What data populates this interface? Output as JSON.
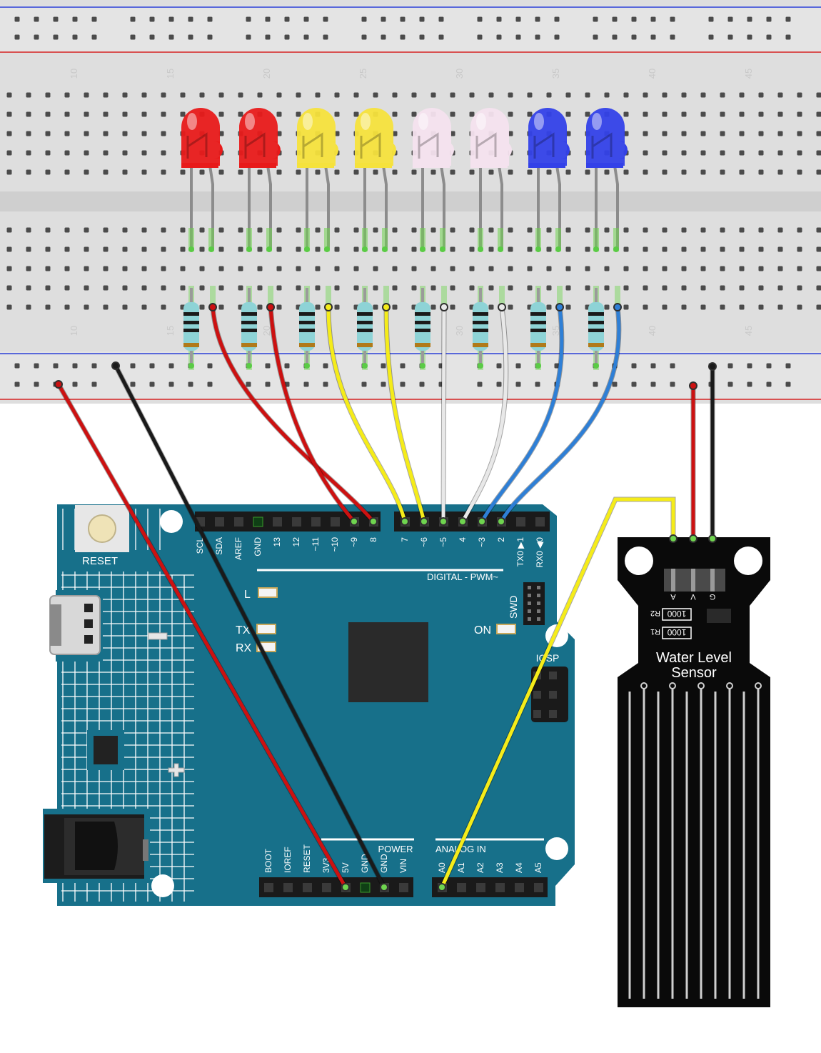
{
  "breadboard": {
    "column_numbers": [
      "10",
      "15",
      "20",
      "25",
      "30",
      "35",
      "40",
      "45"
    ]
  },
  "leds": [
    {
      "color": "red",
      "hex": "#e81a1a"
    },
    {
      "color": "red",
      "hex": "#e81a1a"
    },
    {
      "color": "yellow",
      "hex": "#f5e23c"
    },
    {
      "color": "yellow",
      "hex": "#f5e23c"
    },
    {
      "color": "white",
      "hex": "#f4e2ee"
    },
    {
      "color": "white",
      "hex": "#f4e2ee"
    },
    {
      "color": "blue",
      "hex": "#3341e8"
    },
    {
      "color": "blue",
      "hex": "#3341e8"
    }
  ],
  "arduino": {
    "reset_label": "RESET",
    "digital_header_pins": [
      "SCL",
      "SDA",
      "AREF",
      "GND",
      "13",
      "12",
      "~11",
      "~10",
      "~9",
      "8"
    ],
    "digital_header_pins_2": [
      "7",
      "~6",
      "~5",
      "4",
      "~3",
      "2",
      "TX0 ▶1",
      "RX0 ◀0"
    ],
    "digital_label": "DIGITAL - PWM~",
    "led_l": "L",
    "led_tx": "TX",
    "led_rx": "RX",
    "led_on": "ON",
    "swd_label": "SWD",
    "icsp_label": "ICSP",
    "power_label": "POWER",
    "power_pins": [
      "BOOT",
      "IOREF",
      "RESET",
      "3V3",
      "5V",
      "GND",
      "GND",
      "VIN"
    ],
    "analog_label": "ANALOG IN",
    "analog_pins": [
      "A0",
      "A1",
      "A2",
      "A3",
      "A4",
      "A5"
    ]
  },
  "sensor": {
    "title_line1": "Water Level",
    "title_line2": "Sensor",
    "pin_labels": [
      "A",
      "V",
      "G"
    ],
    "r1": "R1",
    "r2": "R2",
    "r_value": "1000"
  },
  "colors": {
    "board": "#17708a",
    "breadboard": "#dedede",
    "wire_red": "#cc1111",
    "wire_black": "#1a1a1a",
    "wire_yellow": "#f5ec19",
    "wire_white": "#e8e8e8",
    "wire_blue": "#2e7fd6",
    "pin_active": "#6fd44f"
  }
}
